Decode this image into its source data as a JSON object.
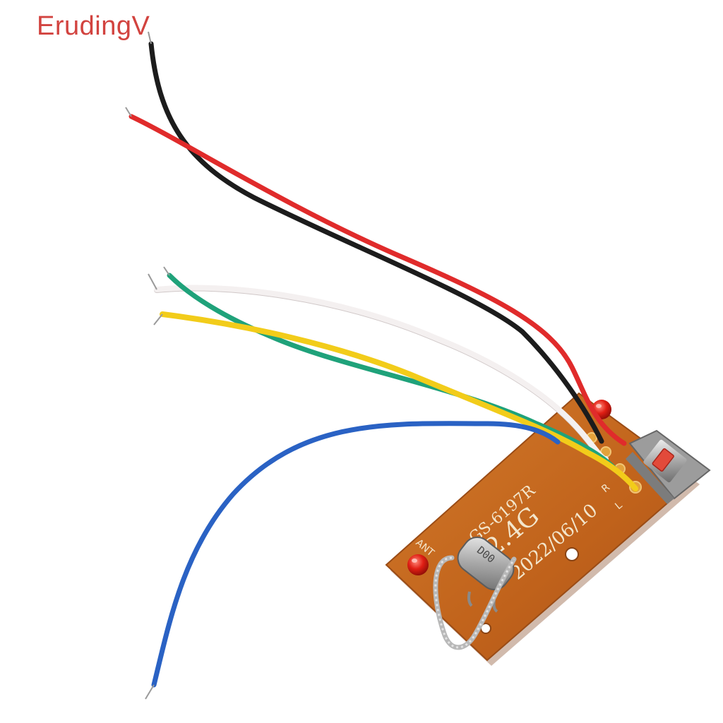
{
  "watermark": {
    "text": "ErudingV",
    "color": "#d2433f"
  },
  "board": {
    "model_text": "GS-6197R",
    "band_text": "2.4G",
    "date_text": "2022/06/10",
    "antenna_label": "ANT",
    "pin_labels": [
      "R",
      "L"
    ],
    "color": "#c96a1e"
  },
  "crystal": {
    "marking": "D00"
  },
  "wires": [
    {
      "name": "black-wire",
      "color": "#1c1c1c"
    },
    {
      "name": "red-wire",
      "color": "#e02b2b"
    },
    {
      "name": "white-wire",
      "color": "#f4f0f0"
    },
    {
      "name": "green-wire",
      "color": "#1fa27a"
    },
    {
      "name": "yellow-wire",
      "color": "#f2cc1a"
    },
    {
      "name": "blue-wire",
      "color": "#2a62c4"
    }
  ]
}
